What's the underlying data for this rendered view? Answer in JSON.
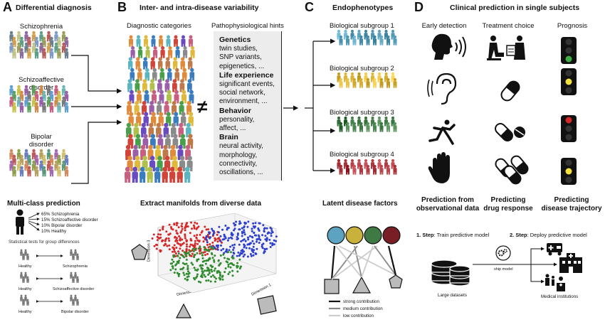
{
  "panelA": {
    "letter": "A",
    "title": "Differential diagnosis",
    "groups": [
      {
        "label": "Schizophrenia",
        "color": "#8a9aa8"
      },
      {
        "label": "Schizoaffective\ndisorder",
        "color": "#a0a46a"
      },
      {
        "label": "Bipolar\ndisorder",
        "color": "#b07a60"
      }
    ],
    "multiclass_title": "Multi-class prediction",
    "probabilities": [
      "65% Schizophrenia",
      "15% Schizoaffective disorder",
      "10% Bipolar disorder",
      "10% Healthy"
    ],
    "stat_tests_title": "Statistical tests for group differences",
    "comparisons": [
      {
        "left": "Healthy",
        "right": "Schizophrenia"
      },
      {
        "left": "Healthy",
        "right": "Schizoaffective disorder"
      },
      {
        "left": "Healthy",
        "right": "Bipolar disorder"
      }
    ]
  },
  "panelB": {
    "letter": "B",
    "title": "Inter- and intra-disease variability",
    "diagnostic_label": "Diagnostic categories",
    "hints_label": "Pathophysiological hints",
    "neq_symbol": "≠",
    "hints": [
      {
        "heading": "Genetics",
        "items": [
          "twin studies,",
          "SNP variants,",
          "epigenetics, ..."
        ]
      },
      {
        "heading": "Life experience",
        "items": [
          "significant events,",
          "social network,",
          "environment, ..."
        ]
      },
      {
        "heading": "Behavior",
        "items": [
          "personality,",
          "affect, ..."
        ]
      },
      {
        "heading": "Brain",
        "items": [
          "neural activity,",
          "morphology,",
          "connectivity,",
          "oscillations, ..."
        ]
      }
    ],
    "manifold_title": "Extract manifolds from diverse data",
    "axis_labels": {
      "dim1": "Dimension 1",
      "dim2": "Dimension 2",
      "dim3": "Dimension 3"
    },
    "scatter_colors": [
      "#d62728",
      "#2c3fd0",
      "#2e8b2e"
    ]
  },
  "panelC": {
    "letter": "C",
    "title": "Endophenotypes",
    "subgroups": [
      {
        "label": "Biological subgroup 1",
        "color": "#5ba3c0"
      },
      {
        "label": "Biological subgroup 2",
        "color": "#e0b93c"
      },
      {
        "label": "Biological subgroup 3",
        "color": "#3f7a45"
      },
      {
        "label": "Biological subgroup 4",
        "color": "#a8333a"
      }
    ],
    "latent_title": "Latent disease factors",
    "factor_colors": [
      "#5ba3c0",
      "#c9b23c",
      "#3f7a45",
      "#7a1e26"
    ],
    "legend": [
      "strong contribution",
      "medium contribution",
      "low contribution"
    ]
  },
  "panelD": {
    "letter": "D",
    "title": "Clinical prediction in single subjects",
    "columns": [
      "Early detection",
      "Treatment choice",
      "Prognosis"
    ],
    "footers": [
      "Prediction from\nobservational data",
      "Predicting\ndrug response",
      "Predicting\ndisease trajectory"
    ],
    "step1_bold": "1. Step",
    "step1_text": ": Train predictive model",
    "step2_bold": "2. Step",
    "step2_text": ": Deploy predictive model",
    "ship_label": "ship model",
    "datasets_label": "Large datasets",
    "institutions_label": "Medical institutions",
    "traffic_lights": [
      "green",
      "yellow",
      "red",
      "yellow"
    ]
  }
}
